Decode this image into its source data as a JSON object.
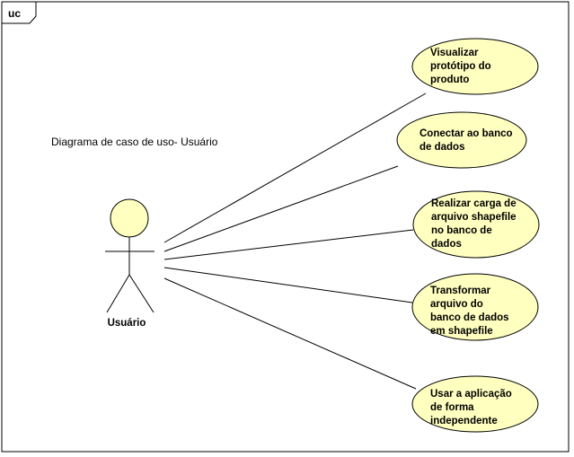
{
  "frame": {
    "tag": "uc"
  },
  "diagram_title": "Diagrama de caso de uso- Usuário",
  "actor": {
    "name": "Usuário"
  },
  "use_cases": [
    {
      "id": "uc1",
      "lines": [
        "Visualizar",
        "protótipo do",
        "produto"
      ]
    },
    {
      "id": "uc2",
      "lines": [
        "Conectar ao banco",
        "de dados"
      ]
    },
    {
      "id": "uc3",
      "lines": [
        "Realizar carga de",
        "arquivo shapefile",
        "no banco de",
        "dados"
      ]
    },
    {
      "id": "uc4",
      "lines": [
        "Transformar",
        "arquivo do",
        "banco de dados",
        "em shapefile"
      ]
    },
    {
      "id": "uc5",
      "lines": [
        "Usar a aplicação",
        "de forma",
        "independente"
      ]
    }
  ],
  "colors": {
    "fill": "#ffffc0",
    "stroke": "#000000",
    "background": "#ffffff"
  }
}
